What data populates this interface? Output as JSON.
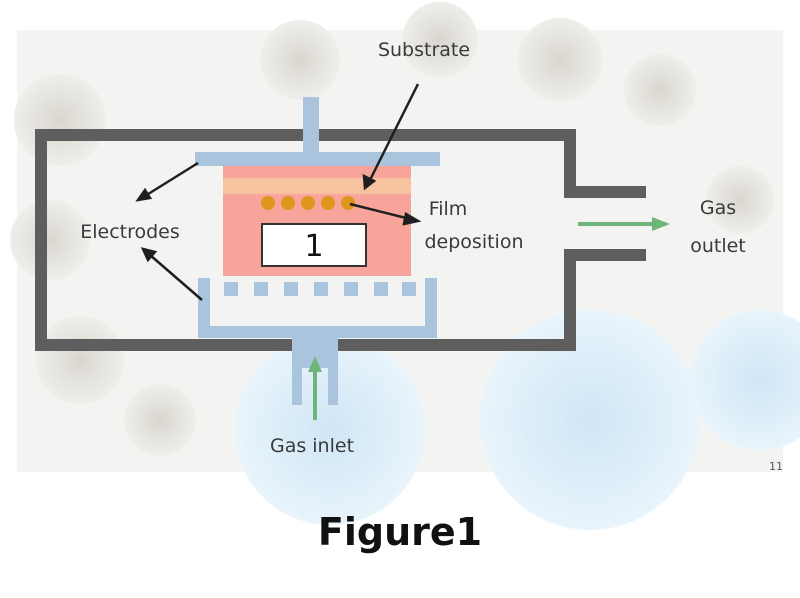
{
  "labels": {
    "substrate": "Substrate",
    "electrodes": "Electrodes",
    "film_line1": "Film",
    "film_line2": "deposition",
    "gas_outlet_line1": "Gas",
    "gas_outlet_line2": "outlet",
    "gas_inlet": "Gas inlet",
    "sample_number": "1",
    "page_mark": "11"
  },
  "caption": "Figure1",
  "colors": {
    "chamber_wall": "#5e5e5e",
    "electrode": "#a9c4dc",
    "plasma": "#f7a59a",
    "film_particle": "#e0961c",
    "gas_arrow": "#6fb57a",
    "label_text": "#3a3a3a"
  }
}
